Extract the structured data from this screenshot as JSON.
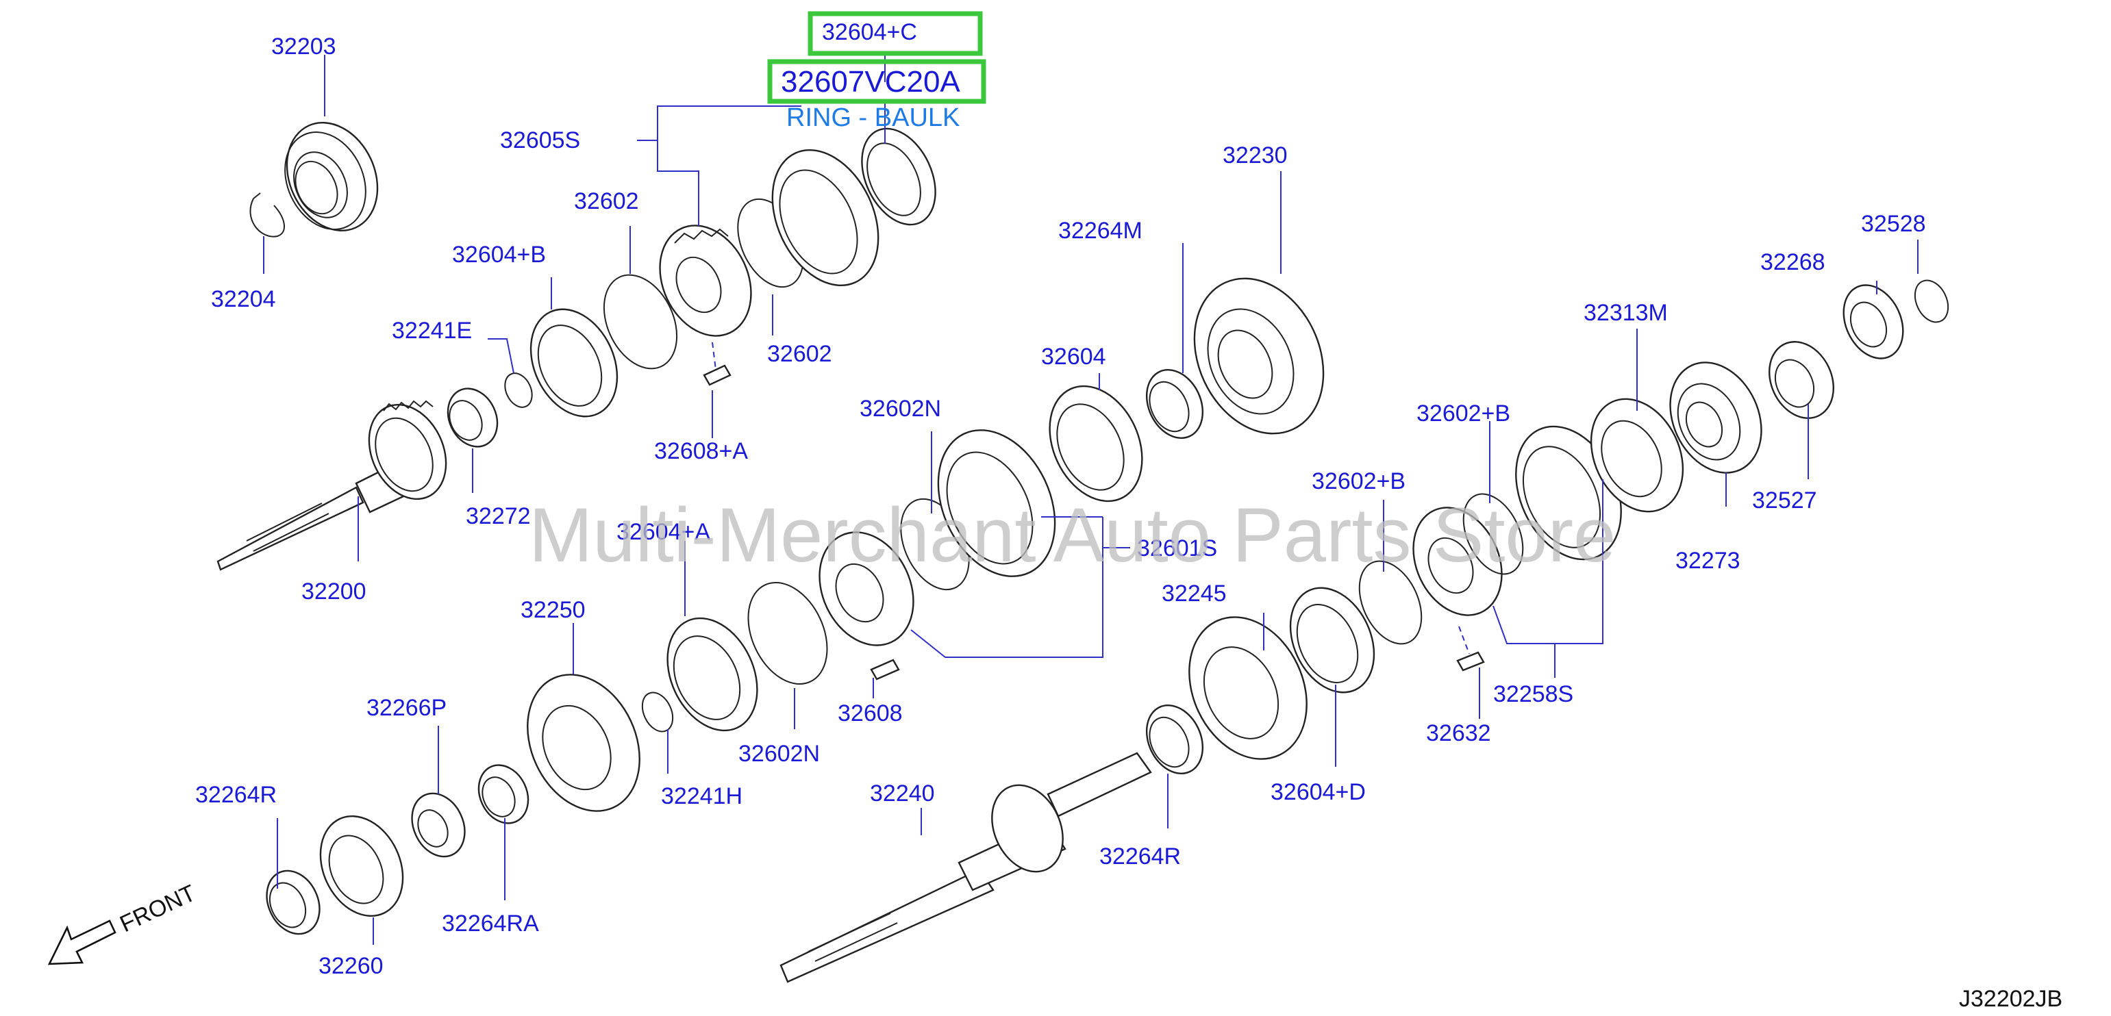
{
  "diagram": {
    "labels": {
      "l32203": "32203",
      "l32204": "32204",
      "l32604c": "32604+C",
      "l32607vc20a": "32607VC20A",
      "ring_baulk": "RING - BAULK",
      "l32605s": "32605S",
      "l32602_a": "32602",
      "l32604b": "32604+B",
      "l32241e": "32241E",
      "l32602_b": "32602",
      "l32608a": "32608+A",
      "l32272": "32272",
      "l32200": "32200",
      "l32230": "32230",
      "l32264m": "32264M",
      "l32604": "32604",
      "l32602n_a": "32602N",
      "l32601s": "32601S",
      "l32604a": "32604+A",
      "l32250": "32250",
      "l32608": "32608",
      "l32602n_b": "32602N",
      "l32241h": "32241H",
      "l32266p": "32266P",
      "l32264r_a": "32264R",
      "l32264ra": "32264RA",
      "l32260": "32260",
      "l32240": "32240",
      "l32264r_b": "32264R",
      "l32604d": "32604+D",
      "l32245": "32245",
      "l32602b_a": "32602+B",
      "l32602b_b": "32602+B",
      "l32632": "32632",
      "l32258s": "32258S",
      "l32313m": "32313M",
      "l32273": "32273",
      "l32268": "32268",
      "l32528": "32528",
      "l32527": "32527"
    },
    "watermark": "Multi-Merchant Auto Parts Store",
    "front_label": "FRONT",
    "diagram_code": "J32202JB",
    "highlight_color": "#3cc83c",
    "label_color": "#1a1ad6",
    "note_color": "#1e7be6"
  }
}
